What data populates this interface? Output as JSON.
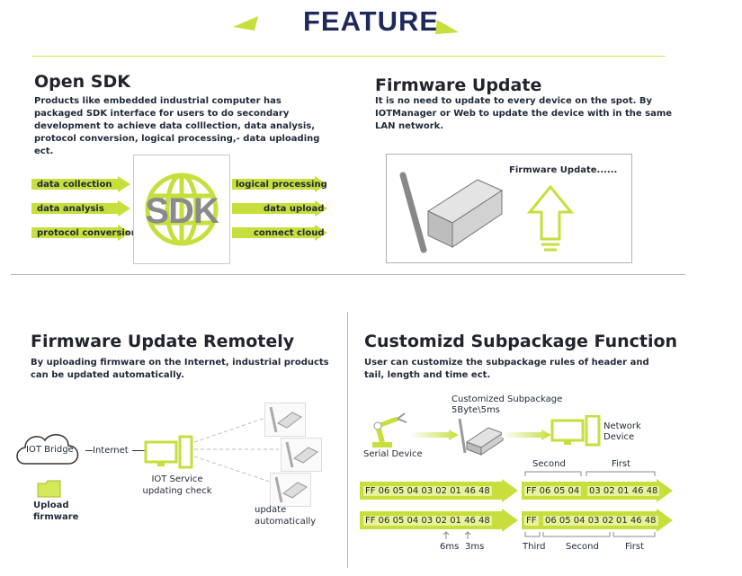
{
  "header": {
    "title": "FEATURE"
  },
  "open_sdk": {
    "title": "Open SDK",
    "description": "Products like embedded industrial computer has packaged SDK interface for users to do secondary development to achieve data colllection, data analysis, protocol conversion, logical processing,- data uploading ect.",
    "left_arrows": [
      "data collection",
      "data analysis",
      "protocol conversion"
    ],
    "right_arrows": [
      "logical processing",
      "data upload",
      "connect cloud"
    ],
    "logo_text": "SDK"
  },
  "firmware_update": {
    "title": "Firmware Update",
    "description": "It is no need to update to every device on the spot. By IOTManager or Web to update the device with in the same LAN network.",
    "status": "Firmware Update......"
  },
  "remote_update": {
    "title": "Firmware Update Remotely",
    "description": "By uploading firmware on the Internet, industrial products can be updated automatically.",
    "cloud_label": "IOT Bridge",
    "internet_label": "Internet",
    "upload_label": "Upload firmware",
    "service_label": "IOT Service updating check",
    "auto_label": "update automatically"
  },
  "subpackage": {
    "title": "Customizd Subpackage Function",
    "description": "User can customize the subpackage rules of header and tail, length and time ect.",
    "custom_label_1": "Customized Subpackage",
    "custom_label_2": "5Byte\\5ms",
    "serial_label": "Serial Device",
    "network_label": "Network Device",
    "row1_full": "FF 06 05 04 03 02 01 46 48",
    "row2_full": "FF 06 05 04 03 02 01 46 48",
    "row1_second": "FF 06 05 04",
    "row1_first": "03 02 01 46 48",
    "row2_third": "FF",
    "row2_second": "06 05 04 03 02",
    "row2_first": "01 46 48",
    "label_second": "Second",
    "label_first": "First",
    "label_third": "Third",
    "label_6ms": "6ms",
    "label_3ms": "3ms"
  },
  "colors": {
    "accent": "#c7de3c",
    "accent_light": "#e8f29a",
    "navy": "#1f2a5a"
  }
}
